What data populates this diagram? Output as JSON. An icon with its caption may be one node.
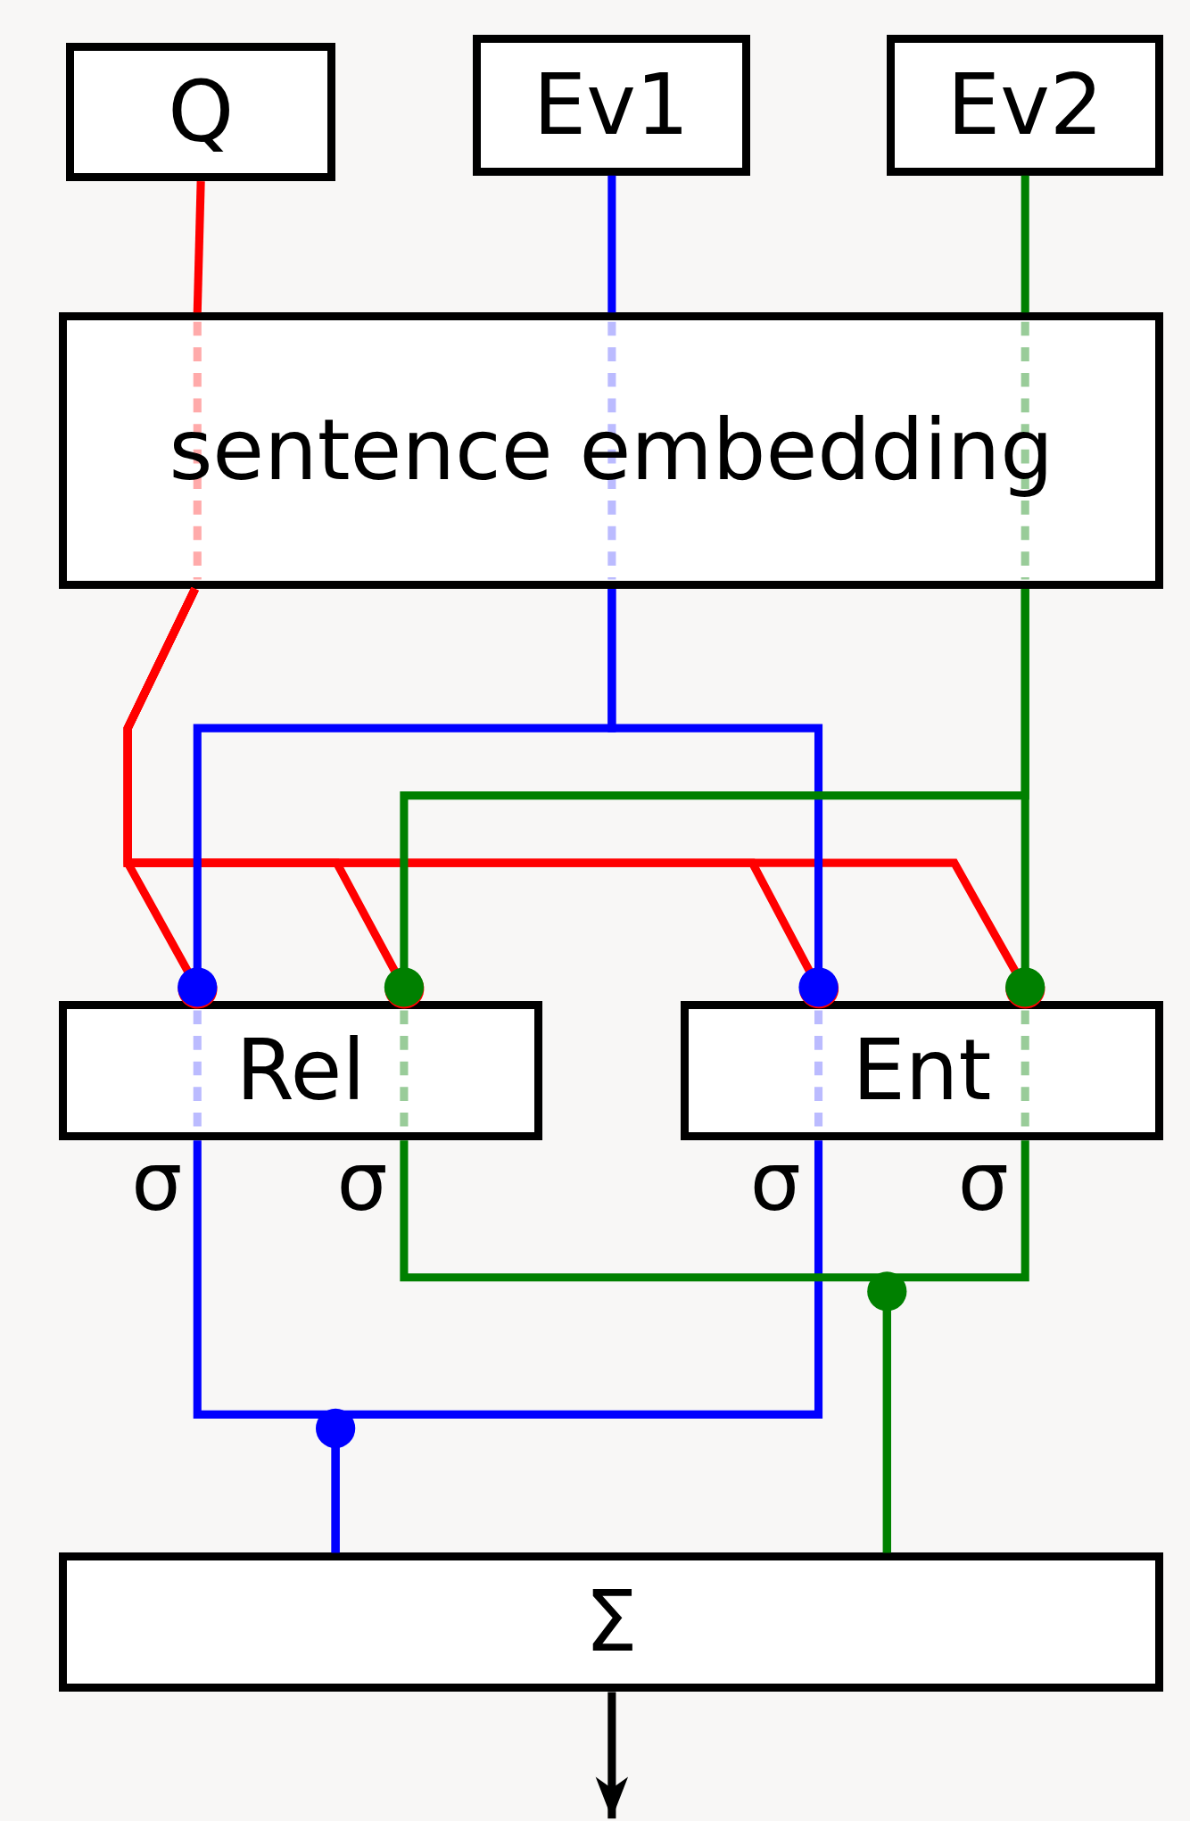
{
  "diagram": {
    "nodes": [
      {
        "text": [
          "Q"
        ]
      },
      {
        "text": [
          "Ev1"
        ]
      },
      {
        "text": [
          "Ev2"
        ]
      },
      {
        "text": [
          "sentence embedding"
        ]
      },
      {
        "text": [
          "Rel"
        ]
      },
      {
        "text": [
          "Ent"
        ]
      },
      {
        "text": [
          "Σ"
        ]
      }
    ],
    "edges": [
      {
        "from": 0,
        "to": 3,
        "arrow": "none",
        "color": "#ff0000"
      },
      {
        "from": 1,
        "to": 3,
        "arrow": "none",
        "color": "#0000ff"
      },
      {
        "from": 2,
        "to": 3,
        "arrow": "none",
        "color": "#008000"
      },
      {
        "from": 3,
        "to": 4,
        "arrow": "other",
        "color": "#ff0000"
      },
      {
        "from": 3,
        "to": 4,
        "arrow": "other",
        "color": "#ff0000"
      },
      {
        "from": 3,
        "to": 5,
        "arrow": "other",
        "color": "#ff0000"
      },
      {
        "from": 3,
        "to": 5,
        "arrow": "other",
        "color": "#ff0000"
      },
      {
        "from": 3,
        "to": 4,
        "arrow": "other",
        "color": "#0000ff"
      },
      {
        "from": 3,
        "to": 5,
        "arrow": "other",
        "color": "#0000ff"
      },
      {
        "from": 3,
        "to": 4,
        "arrow": "other",
        "color": "#008000"
      },
      {
        "from": 3,
        "to": 5,
        "arrow": "other",
        "color": "#008000"
      },
      {
        "from": 4,
        "to": 6,
        "arrow": "none",
        "color": "#0000ff"
      },
      {
        "from": 5,
        "to": 6,
        "arrow": "none",
        "color": "#0000ff"
      },
      {
        "from": 4,
        "to": 6,
        "arrow": "none",
        "color": "#008000"
      },
      {
        "from": 5,
        "to": 6,
        "arrow": "none",
        "color": "#008000"
      },
      {
        "from": 6,
        "to": null,
        "arrow": "to",
        "color": "#000000"
      }
    ],
    "labels": [
      "σ",
      "σ",
      "σ",
      "σ"
    ]
  }
}
